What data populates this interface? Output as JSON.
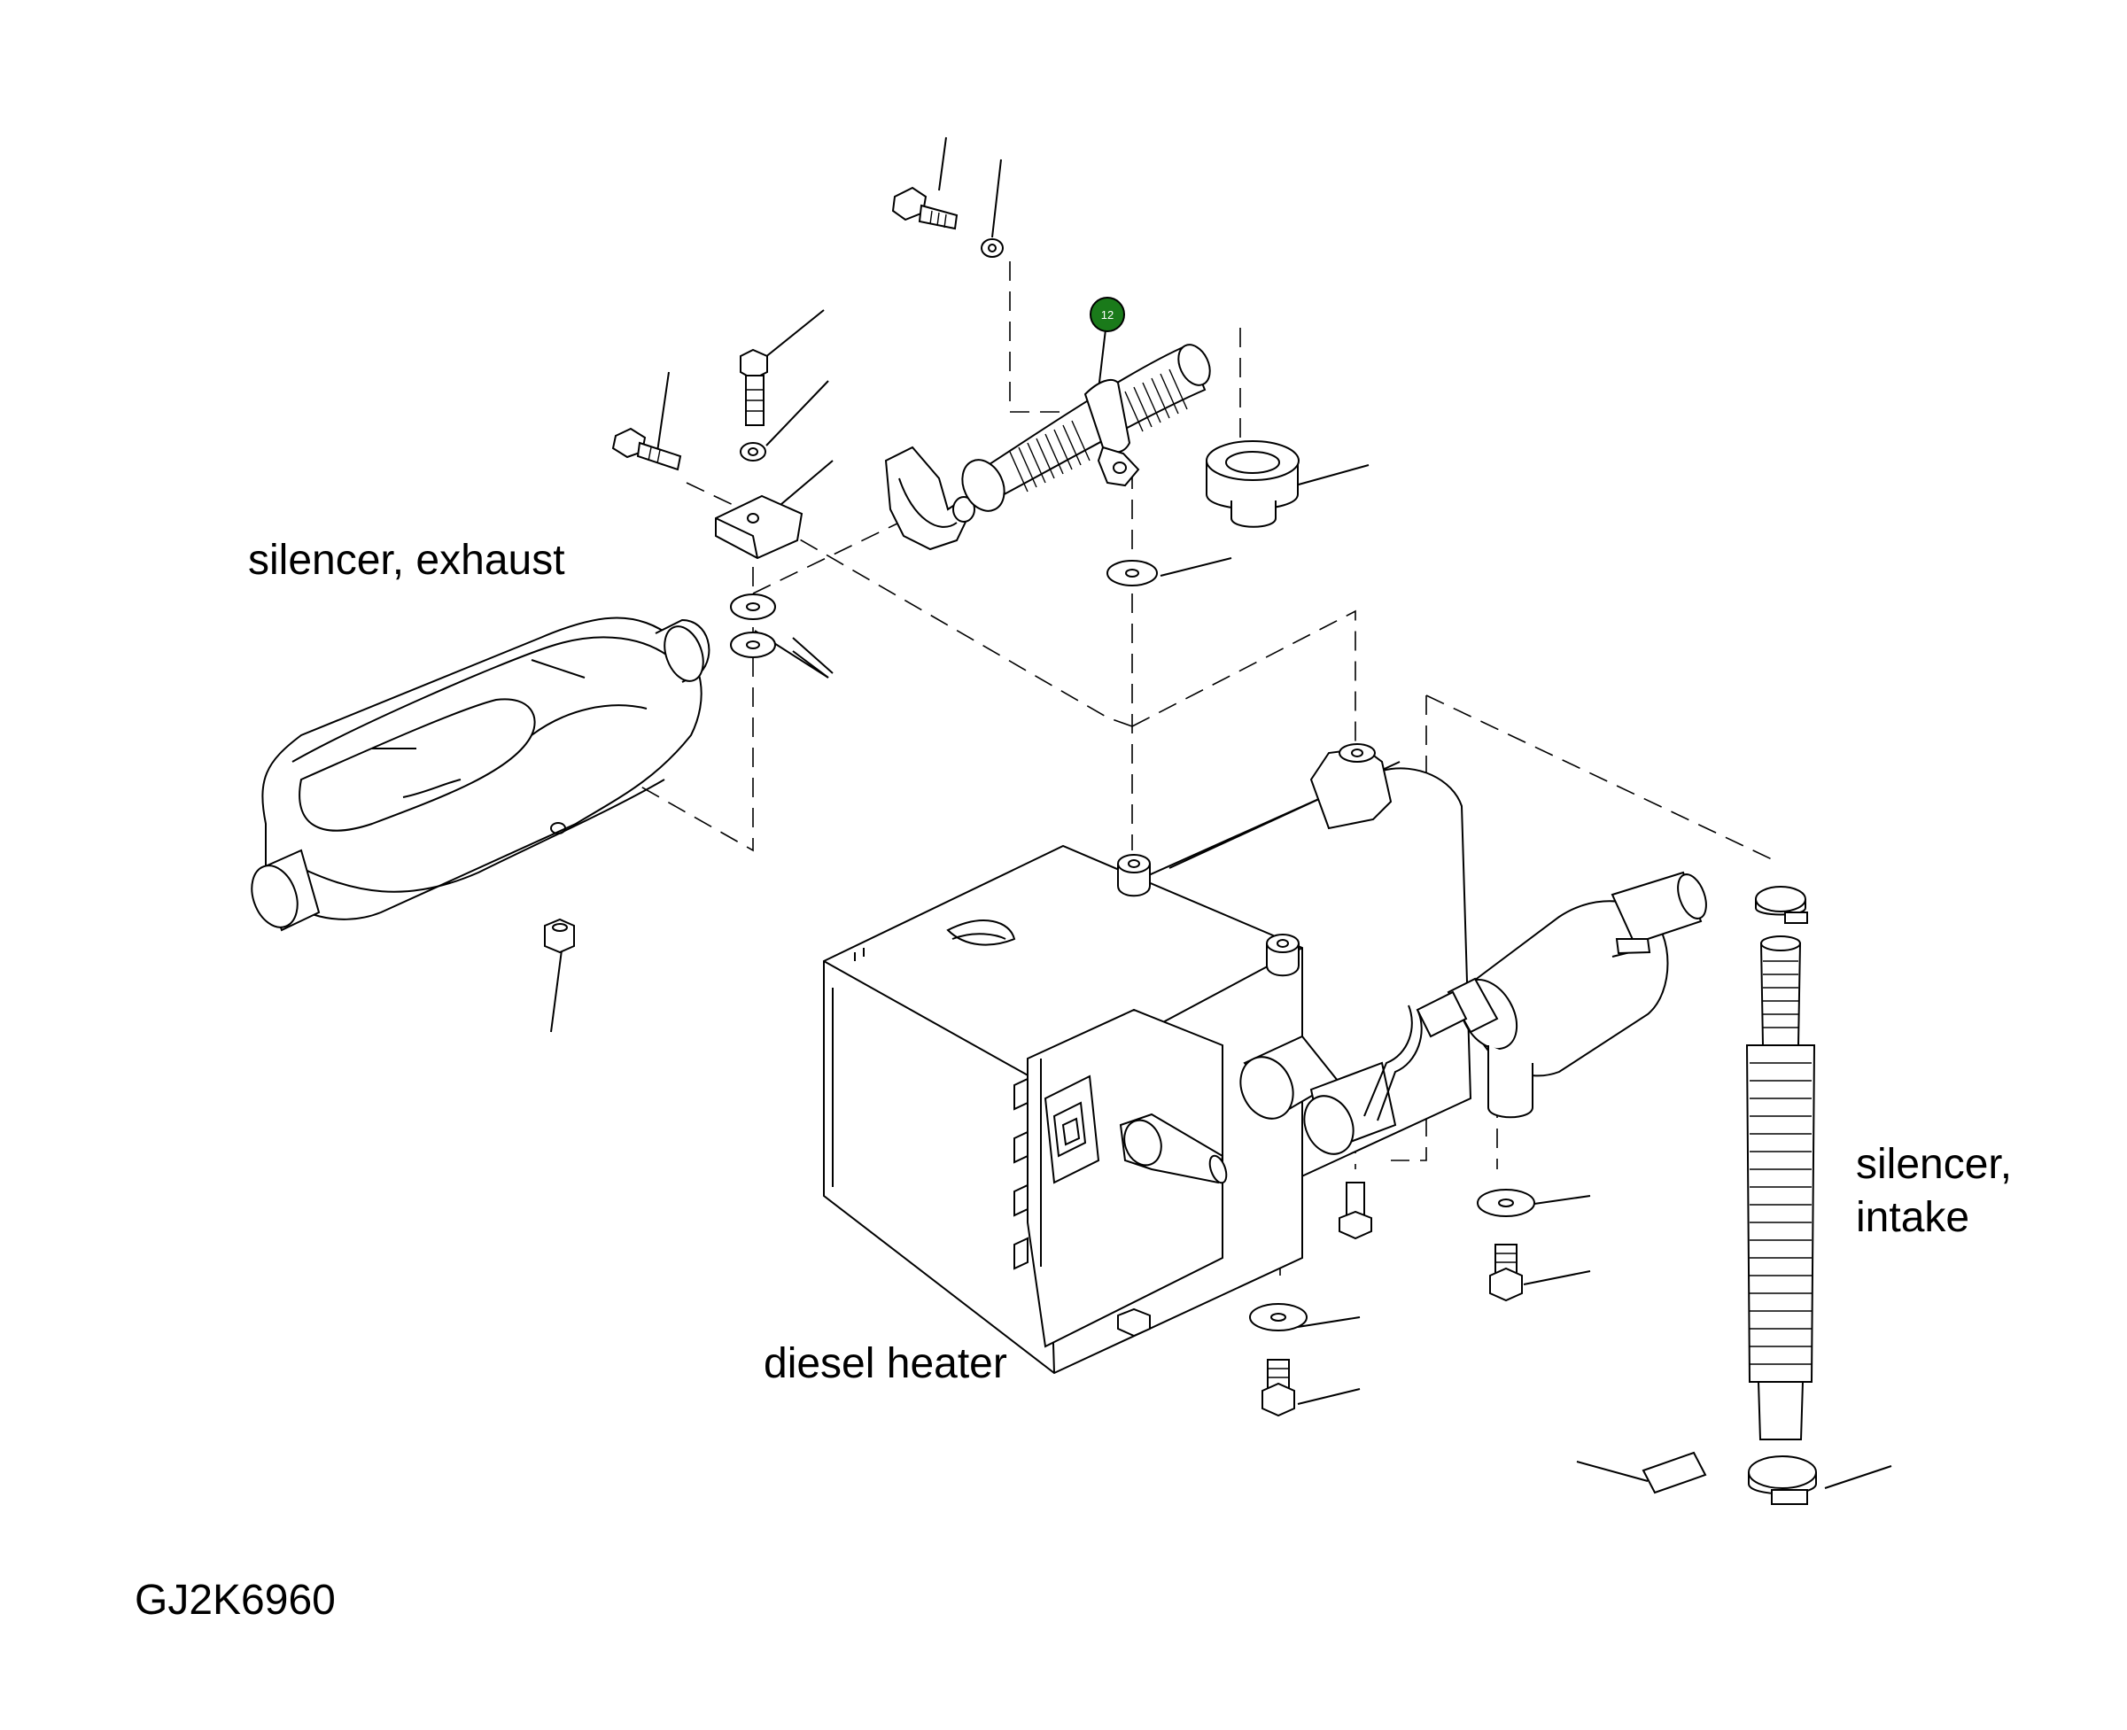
{
  "labels": {
    "silencer_exhaust": "silencer, exhaust",
    "silencer_intake_line1": "silencer,",
    "silencer_intake_line2": "intake",
    "diesel_heater": "diesel heater"
  },
  "figure_code": "GJ2K6960",
  "callout": {
    "number": "12",
    "color": "#1a7a1a"
  }
}
